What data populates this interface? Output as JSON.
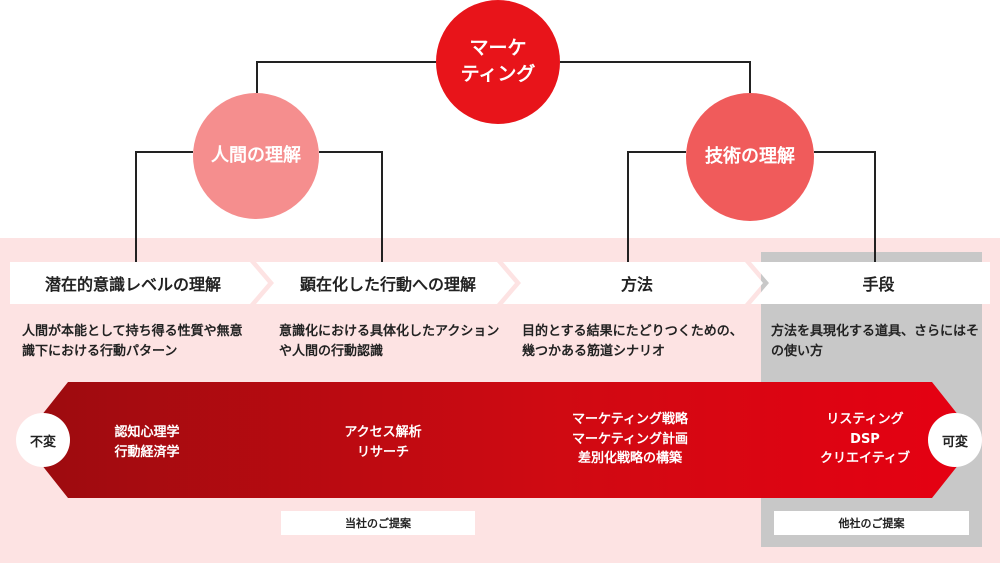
{
  "circles": {
    "marketing": "マーケ\nティング",
    "human": "人間の理解",
    "tech": "技術の理解"
  },
  "stages": [
    "潜在的意識レベルの理解",
    "顕在化した行動への理解",
    "方法",
    "手段"
  ],
  "descriptions": [
    "人間が本能として持ち得る性質や無意識下における行動パターン",
    "意識化における具体化したアクションや人間の行動認識",
    "目的とする結果にたどりつくための、幾つかある筋道シナリオ",
    "方法を具現化する道具、さらにはその使い方"
  ],
  "band": {
    "left_end": "不変",
    "right_end": "可変",
    "items": [
      "認知心理学\n行動経済学",
      "アクセス解析\nリサーチ",
      "マーケティング戦略\nマーケティング計画\n差別化戦略の構築",
      "リスティング\nDSP\nクリエイティブ"
    ]
  },
  "proposals": {
    "ours": "当社のご提案",
    "others": "他社のご提案"
  },
  "colors": {
    "marketing": "#e8141a",
    "human": "#f58e8e",
    "tech": "#f05b5b",
    "band_dark": "#9b0b0f",
    "band_bright": "#e60012",
    "pink_bg": "#fde3e3",
    "gray_panel": "#c8c8c8"
  }
}
